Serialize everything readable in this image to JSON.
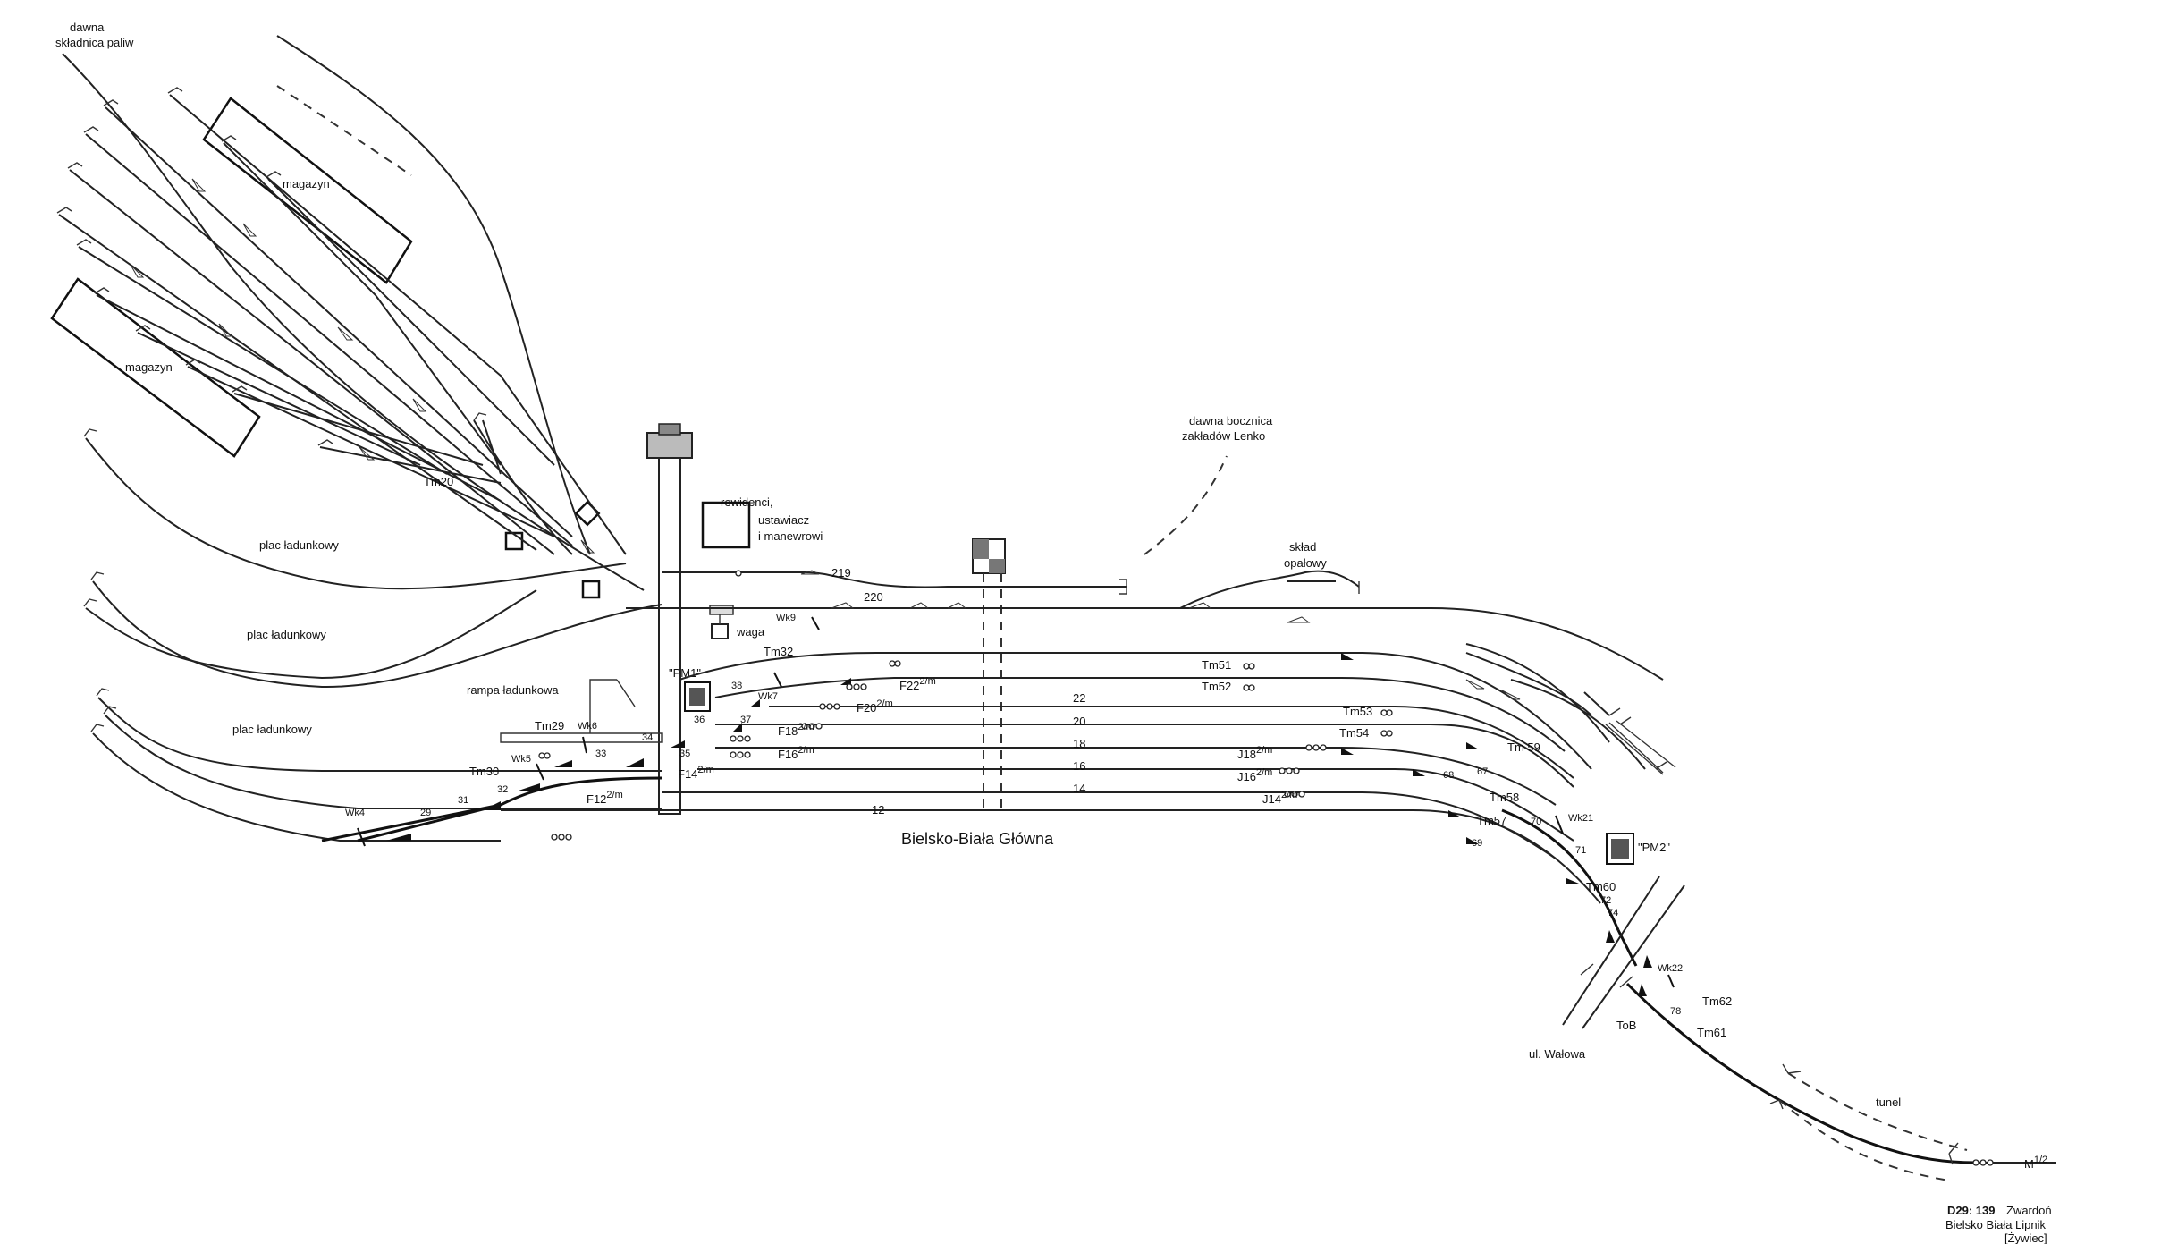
{
  "labels": {
    "fuel_depot": [
      "dawna",
      "składnica paliw"
    ],
    "warehouse_top": "magazyn",
    "warehouse_left": "magazyn",
    "staff_room": [
      "rewidenci,",
      "ustawiacz",
      "i manewrowi"
    ],
    "lenko_siding": [
      "dawna bocznica",
      "zakładów Lenko"
    ],
    "fuel_store": [
      "skład",
      "opałowy"
    ],
    "loading_yard_1": "plac ładunkowy",
    "loading_yard_2": "plac ładunkowy",
    "loading_yard_3": "plac ładunkowy",
    "loading_ramp": "rampa ładunkowa",
    "scale": "waga",
    "station_name": "Bielsko-Biała Główna",
    "pm1": "\"PM1\"",
    "pm2": "\"PM2\"",
    "street": "ul. Wałowa",
    "tunnel": "tunel",
    "tob": "ToB"
  },
  "tracks": [
    {
      "id": "219",
      "label": "219"
    },
    {
      "id": "220",
      "label": "220"
    },
    {
      "id": "22",
      "label": "22"
    },
    {
      "id": "20",
      "label": "20"
    },
    {
      "id": "18",
      "label": "18"
    },
    {
      "id": "16",
      "label": "16"
    },
    {
      "id": "14",
      "label": "14"
    },
    {
      "id": "12",
      "label": "12"
    }
  ],
  "signals": {
    "Tm20": "Tm20",
    "Tm29": "Tm29",
    "Tm30": "Tm30",
    "Tm32": "Tm32",
    "Tm51": "Tm51",
    "Tm52": "Tm52",
    "Tm53": "Tm53",
    "Tm54": "Tm54",
    "Tm57": "Tm57",
    "Tm58": "Tm58",
    "Tm59": "Tm 59",
    "Tm60": "Tm60",
    "Tm61": "Tm61",
    "Tm62": "Tm62",
    "F12": "F12",
    "F14": "F14",
    "F16": "F16",
    "F18": "F18",
    "F20": "F20",
    "F22": "F22",
    "J14": "J14",
    "J16": "J16",
    "J18": "J18",
    "M": "M",
    "sup": "2/m",
    "sup_m": "1/2"
  },
  "switch_posts": {
    "Wk4": "Wk4",
    "Wk5": "Wk5",
    "Wk6": "Wk6",
    "Wk7": "Wk7",
    "Wk9": "Wk9",
    "Wk21": "Wk21",
    "Wk22": "Wk22"
  },
  "switches": {
    "s29": "29",
    "s31": "31",
    "s32": "32",
    "s33": "33",
    "s34": "34",
    "s35": "35",
    "s36": "36",
    "s37": "37",
    "s38": "38",
    "s67": "67",
    "s68": "68",
    "s69": "69",
    "s70": "70",
    "s71": "71",
    "s72": "72",
    "s74": "74",
    "s78": "78"
  },
  "line_info": {
    "line_code": "D29: 139",
    "destinations": [
      "Zwardoń",
      "Bielsko Biała Lipnik",
      "[Żywiec]"
    ]
  }
}
